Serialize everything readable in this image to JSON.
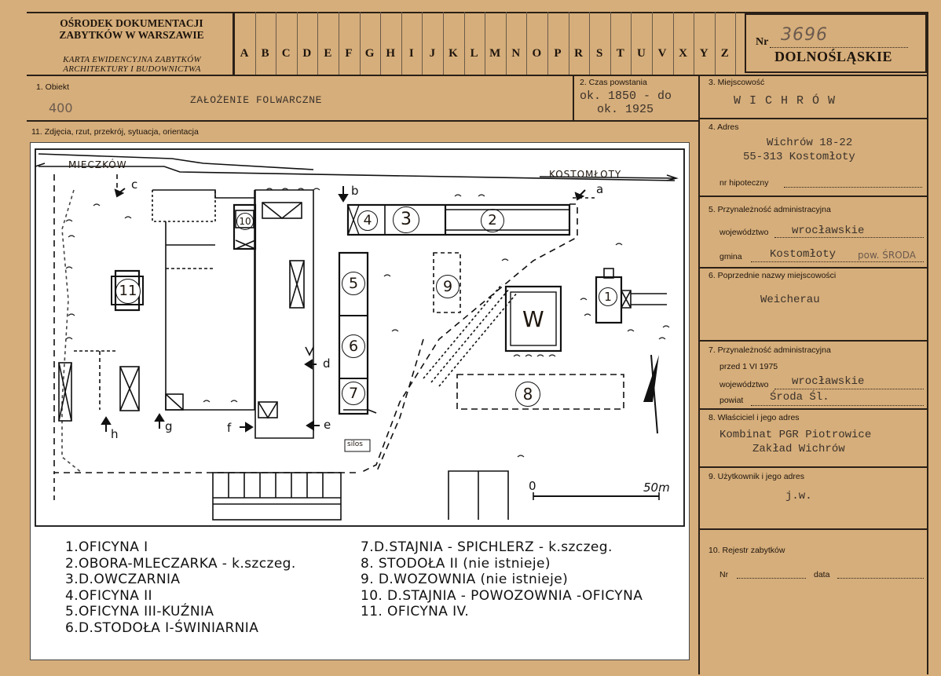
{
  "institution": {
    "name_line1": "OŚRODEK DOKUMENTACJI",
    "name_line2": "ZABYTKÓW W WARSZAWIE",
    "subtitle_line1": "KARTA EWIDENCYJNA ZABYTKÓW",
    "subtitle_line2": "ARCHITEKTURY I BUDOWNICTWA"
  },
  "alphabet": [
    "A",
    "B",
    "C",
    "D",
    "E",
    "F",
    "G",
    "H",
    "I",
    "J",
    "K",
    "L",
    "M",
    "N",
    "O",
    "P",
    "R",
    "S",
    "T",
    "U",
    "V",
    "X",
    "Y",
    "Z"
  ],
  "record": {
    "nr_label": "Nr",
    "nr_value": "3696",
    "region": "DOLNOŚLĄSKIE"
  },
  "fields": {
    "obiekt": {
      "label": "1. Obiekt",
      "code": "400",
      "value": "ZAŁOŻENIE FOLWARCZNE"
    },
    "czas": {
      "label": "2. Czas powstania",
      "line1": "ok. 1850 - do",
      "line2": "ok. 1925"
    },
    "miejscowosc": {
      "label": "3. Miejscowość",
      "value": "W I C H R Ó W"
    },
    "zdjecia": {
      "label": "11. Zdjęcia, rzut, przekrój, sytuacja, orientacja"
    },
    "adres": {
      "label": "4. Adres",
      "line1": "Wichrów 18-22",
      "line2": "55-313 Kostomłoty",
      "hip_label": "nr hipoteczny"
    },
    "przynaleznosc": {
      "label": "5. Przynależność administracyjna",
      "woj_label": "województwo",
      "woj_value": "wrocławskie",
      "gmina_label": "gmina",
      "gmina_value": "Kostomłoty",
      "gmina_note": "pow. ŚRODA"
    },
    "poprzednie": {
      "label": "6. Poprzednie nazwy miejscowości",
      "value": "Weicherau"
    },
    "przynaleznosc1975": {
      "label": "7. Przynależność administracyjna",
      "sub": "przed 1 VI 1975",
      "woj_label": "województwo",
      "woj_value": "wrocławskie",
      "pow_label": "powiat",
      "pow_value": "Środa Śl."
    },
    "wlasciciel": {
      "label": "8. Właściciel i jego adres",
      "line1": "Kombinat PGR Piotrowice",
      "line2": "Zakład Wichrów"
    },
    "uzytkownik": {
      "label": "9. Użytkownik i jego adres",
      "value": "j.w."
    },
    "rejestr": {
      "label": "10. Rejestr zabytków",
      "nr_label": "Nr",
      "data_label": "data"
    }
  },
  "plan": {
    "road_left": "MIECZKÓW",
    "road_right": "KOSTOMŁOTY",
    "view_a": "a",
    "view_b": "b",
    "view_c": "c",
    "view_d": "d",
    "view_e": "e",
    "view_f": "f",
    "view_g": "g",
    "view_h": "h",
    "b1": "1",
    "b2": "2",
    "b3": "3",
    "b4": "4",
    "b5": "5",
    "b6": "6",
    "b7": "7",
    "b8": "8",
    "b9": "9",
    "b10": "10",
    "b11": "11",
    "w": "W",
    "silos": "silos",
    "scale0": "0",
    "scale50": "50m"
  },
  "legend_left": [
    "1.OFICYNA I",
    "2.OBORA-MLECZARKA - k.szczeg.",
    "3.D.OWCZARNIA",
    "4.OFICYNA II",
    "5.OFICYNA III-KUŹNIA",
    "6.D.STODOŁA I-ŚWINIARNIA"
  ],
  "legend_right": [
    "7.D.STAJNIA - SPICHLERZ - k.szczeg.",
    "8. STODOŁA II (nie istnieje)",
    "9. D.WOZOWNIA (nie istnieje)",
    "10. D.STAJNIA - POWOZOWNIA -OFICYNA",
    "11. OFICYNA IV."
  ]
}
